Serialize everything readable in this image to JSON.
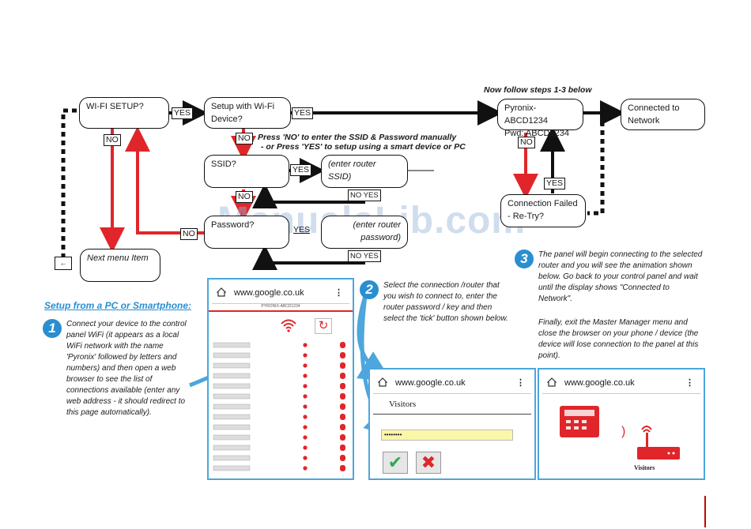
{
  "header_note": "Now follow steps 1-3 below",
  "nodes": {
    "wifi_setup": "WI-FI SETUP?",
    "setup_with_wifi": "Setup with Wi-Fi Device?",
    "pyronix_ssid": "Pyronix-ABCD1234",
    "pyronix_pwd": "Pwd:  ABCD1234",
    "connected_to_network": "Connected to Network",
    "ssid": "SSID?",
    "enter_router_ssid": "(enter router SSID)",
    "password": "Password?",
    "enter_router_password": "(enter router password)",
    "connection_failed": "Connection Failed - Re-Try?",
    "next_menu_item": "Next menu Item"
  },
  "labels": {
    "yes": "YES",
    "no": "NO",
    "no_yes": "NO YES"
  },
  "instruction_note_1": "Press 'NO' to enter the SSID & Password manually",
  "instruction_note_2": "- or Press 'YES' to setup using a smart device or PC",
  "setup_heading": "Setup from a PC or Smartphone:",
  "steps": [
    {
      "num": "1",
      "text": "Connect your device to the control panel WiFi (it appears as a local WiFi network with the name 'Pyronix' followed by letters and numbers) and then open a web browser to see the list of connections available (enter any web address - it should redirect to this page automatically)."
    },
    {
      "num": "2",
      "text": "Select the connection /router that you wish to connect to, enter the router password / key and then select the 'tick' button shown below."
    },
    {
      "num": "3",
      "text": "The panel will begin connecting to the selected router and you will see the animation shown below. Go back to your control panel and wait until the display shows \"Connected to Network\".",
      "text2": "Finally, exit the Master Manager menu and close the browser on your phone / device (the device will lose connection to the panel at this point)."
    }
  ],
  "browser": {
    "url": "www.google.co.uk",
    "menu_glyph": "⋮",
    "list_title": "PYRONIX-ABCD1234",
    "network_label": "Visitors",
    "password_mask": "••••••••",
    "caption": "Visitors"
  },
  "watermark": "ManualsLib.com",
  "colors": {
    "red": "#e0262a",
    "black": "#111111",
    "blue": "#2a8fd0"
  }
}
